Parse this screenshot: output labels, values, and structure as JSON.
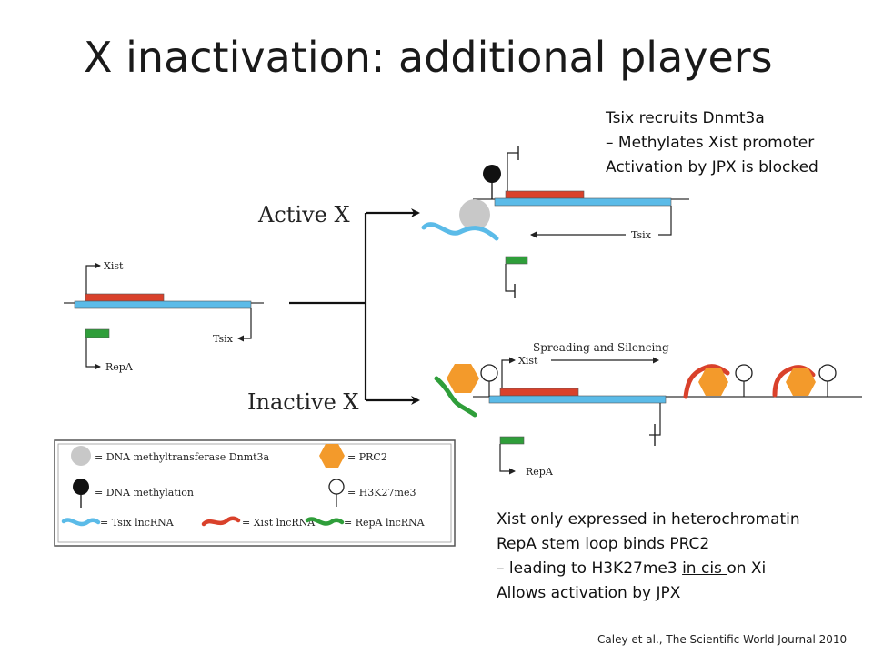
{
  "slide": {
    "title": "X inactivation: additional players",
    "citation": "Caley et al., The Scientific World Journal 2010"
  },
  "notes": {
    "top": {
      "line1": "Tsix recruits Dnmt3a",
      "line2": "– Methylates Xist promoter",
      "line3": "Activation by JPX is blocked"
    },
    "bottom": {
      "line1": "Xist only expressed in heterochromatin",
      "line2": "RepA stem loop binds PRC2",
      "line3_pre": "– leading to H3K27me3 ",
      "line3_underlined": "in cis ",
      "line3_post": "on Xi",
      "line4": "Allows activation by JPX"
    }
  },
  "diagram": {
    "labels": {
      "active_x": "Active X",
      "inactive_x": "Inactive X",
      "xist": "Xist",
      "tsix": "Tsix",
      "repa": "RepA",
      "spreading": "Spreading and Silencing"
    },
    "colors": {
      "xist_red": "#d9412b",
      "tsix_blue": "#5bbbe8",
      "repa_green": "#2f9e3a",
      "prc2_orange": "#f39a2b",
      "dnmt3a_gray": "#c8c8c8",
      "methyl_black": "#111111"
    },
    "legend": {
      "dnmt3a": "= DNA methyltransferase Dnmt3a",
      "prc2": "= PRC2",
      "methylation": "= DNA methylation",
      "h3k27me3": "= H3K27me3",
      "tsix_lnc": "= Tsix lncRNA",
      "xist_lnc": "= Xist lncRNA",
      "repa_lnc": "= RepA lncRNA"
    }
  }
}
